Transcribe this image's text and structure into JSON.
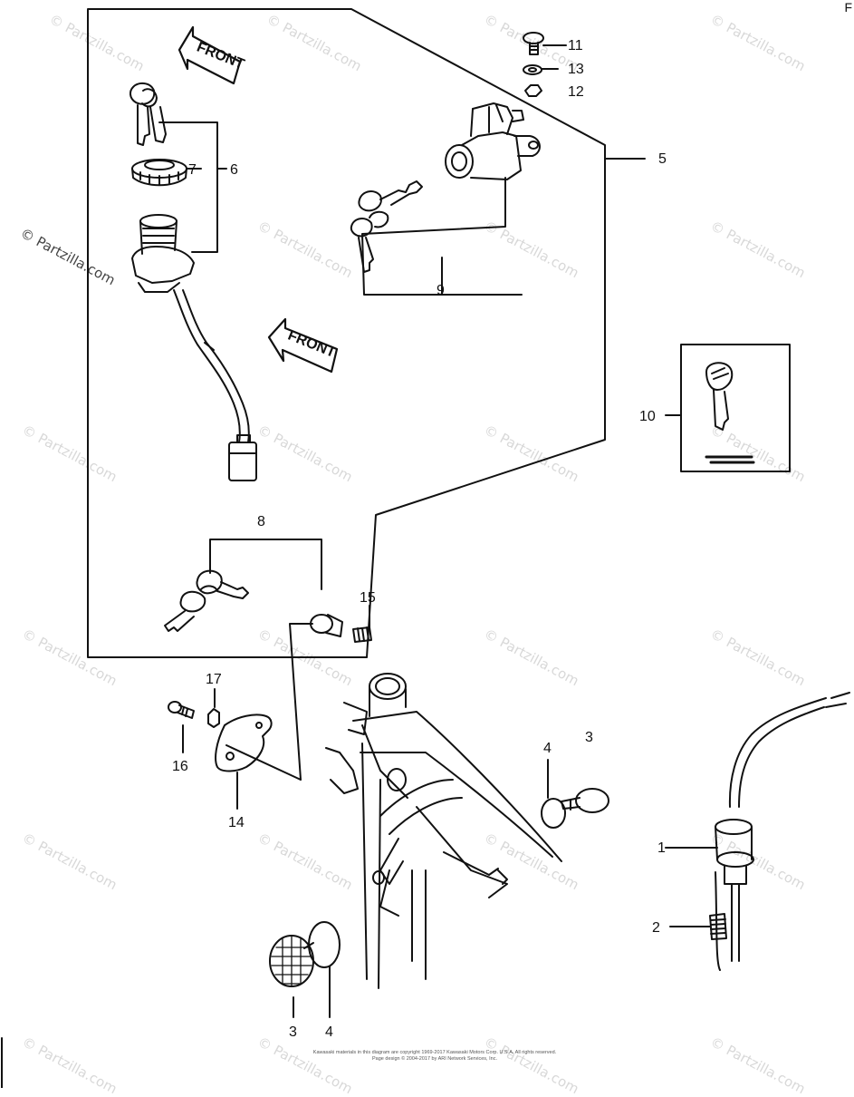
{
  "watermark": "© Partzilla.com",
  "corner_mark": "F",
  "front_arrows": [
    "FRONT",
    "FRONT"
  ],
  "callouts": {
    "c1": "1",
    "c2": "2",
    "c3a": "3",
    "c3b": "3",
    "c4a": "4",
    "c4b": "4",
    "c5": "5",
    "c6": "6",
    "c7": "7",
    "c8": "8",
    "c9": "9",
    "c10": "10",
    "c11": "11",
    "c12": "12",
    "c13": "13",
    "c14": "14",
    "c15": "15",
    "c16": "16",
    "c17": "17"
  },
  "footer": {
    "line1": "Kawasaki materials in this diagram are copyright 1969-2017 Kawasaki Motors Corp. U.S.A. All rights reserved.",
    "line2": "Page design © 2004-2017 by ARI Network Services, Inc."
  }
}
